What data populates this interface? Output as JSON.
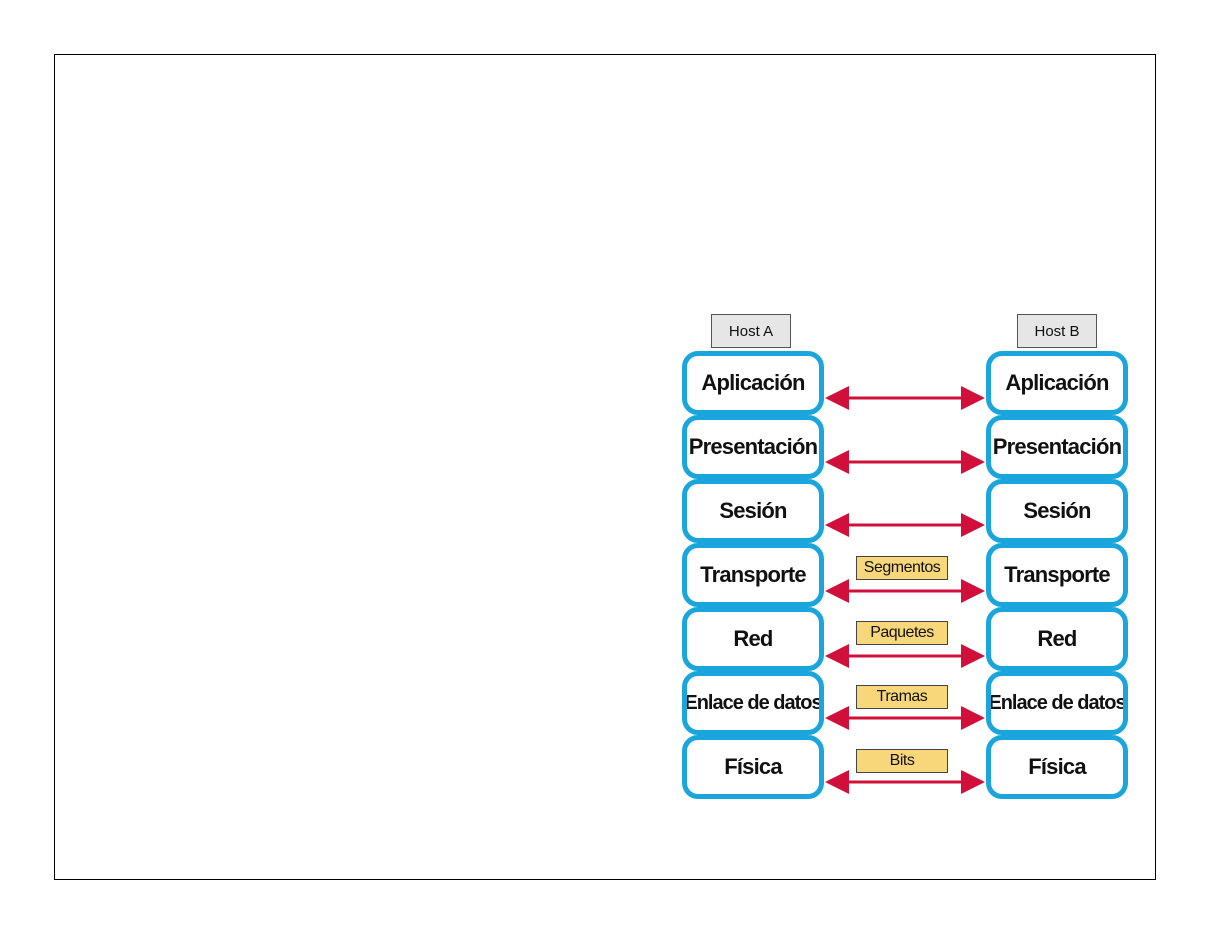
{
  "hosts": {
    "a": "Host A",
    "b": "Host B"
  },
  "layers": [
    {
      "name": "Aplicación",
      "pdu": ""
    },
    {
      "name": "Presentación",
      "pdu": ""
    },
    {
      "name": "Sesión",
      "pdu": ""
    },
    {
      "name": "Transporte",
      "pdu": "Segmentos"
    },
    {
      "name": "Red",
      "pdu": "Paquetes"
    },
    {
      "name": "Enlace de datos",
      "pdu": "Tramas"
    },
    {
      "name": "Física",
      "pdu": "Bits"
    }
  ],
  "colors": {
    "layer_border": "#1aa6dd",
    "arrow": "#d0103a",
    "pdu_fill": "#f7d77a",
    "host_fill": "#e6e6e6"
  }
}
